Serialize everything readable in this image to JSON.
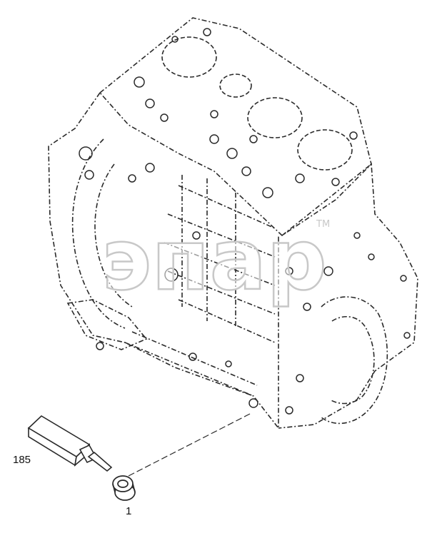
{
  "watermark": {
    "text": "эпар",
    "trademark": "TM",
    "color": "#c8c8c8"
  },
  "callouts": [
    {
      "id": "185",
      "label": "185"
    },
    {
      "id": "1",
      "label": "1"
    }
  ],
  "colors": {
    "line": "#2a2a2a",
    "background": "#ffffff"
  }
}
